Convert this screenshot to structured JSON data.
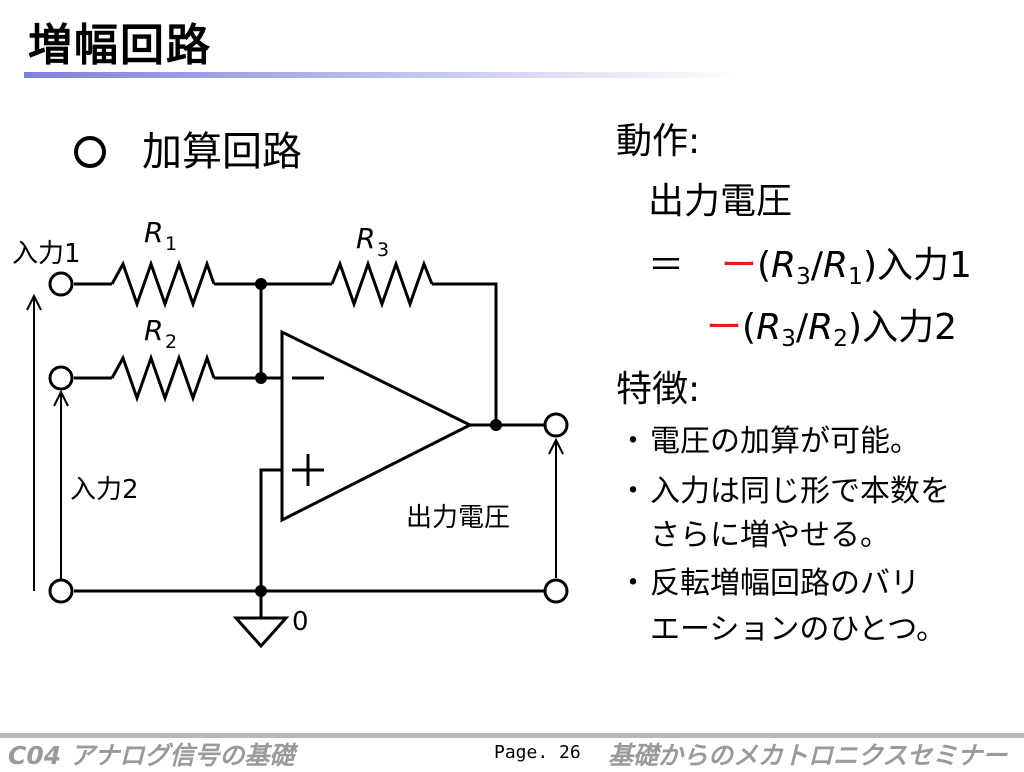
{
  "slide": {
    "title": "増幅回路",
    "subtitle": "加算回路"
  },
  "circuit": {
    "input1_label": "入力1",
    "input2_label": "入力2",
    "output_label": "出力電圧",
    "ground_label": "0",
    "r1": {
      "letter": "R",
      "sub": "1"
    },
    "r2": {
      "letter": "R",
      "sub": "2"
    },
    "r3": {
      "letter": "R",
      "sub": "3"
    },
    "minus_sign": "−",
    "plus_sign": "+"
  },
  "operation": {
    "heading": "動作:",
    "line1": "出力電圧",
    "eq_sign": "＝",
    "term1": {
      "sign": "ー",
      "open": "(",
      "num_letter": "R",
      "num_sub": "3",
      "slash": "/",
      "den_letter": "R",
      "den_sub": "1",
      "close": ")",
      "input": "入力1"
    },
    "term2": {
      "sign": "ー",
      "open": "(",
      "num_letter": "R",
      "num_sub": "3",
      "slash": "/",
      "den_letter": "R",
      "den_sub": "2",
      "close": ")",
      "input": "入力2"
    }
  },
  "features": {
    "heading": "特徴:",
    "items": [
      {
        "bullet": "・",
        "lines": [
          "電圧の加算が可能。"
        ]
      },
      {
        "bullet": "・",
        "lines": [
          "入力は同じ形で本数を",
          "さらに増やせる。"
        ]
      },
      {
        "bullet": "・",
        "lines": [
          "反転増幅回路のバリ",
          "エーションのひとつ。"
        ]
      }
    ]
  },
  "footer": {
    "left": "C04 アナログ信号の基礎",
    "page": "Page. 26",
    "right": "基礎からのメカトロニクスセミナー"
  },
  "colors": {
    "accent_red": "#e0201b",
    "title_underline": "#7e83d8",
    "footer_gray": "#9a9a9a"
  }
}
